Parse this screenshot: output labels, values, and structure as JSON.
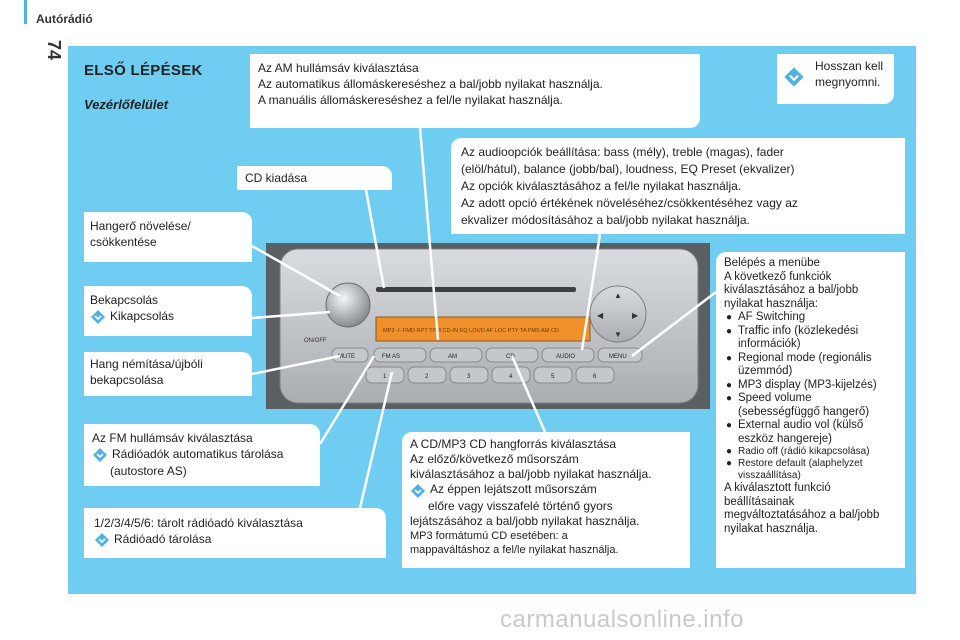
{
  "page": {
    "number": "74",
    "section": "Autórádió"
  },
  "title": "ELSŐ LÉPÉSEK",
  "subtitle": "Vezérlőfelület",
  "hint": {
    "text1": "Hosszan kell",
    "text2": "megnyomni."
  },
  "am_box": {
    "l1": "Az AM hullámsáv kiválasztása",
    "l2": "Az automatikus állomáskereséshez a bal/jobb nyilakat használja.",
    "l3": "A manuális állomáskereséshez a fel/le nyilakat használja."
  },
  "audio_box": {
    "l1": "Az audioopciók beállítása: bass (mély), treble (magas), fader",
    "l2": "(elöl/hátul), balance (jobb/bal), loudness, EQ Preset (ekvalizer)",
    "l3": "Az opciók kiválasztásához a fel/le nyilakat használja.",
    "l4": "Az adott opció értékének növeléséhez/csökkentéséhez vagy az",
    "l5": "ekvalizer módosításához a bal/jobb nyilakat használja."
  },
  "cd_eject": "CD kiadása",
  "volume": {
    "l1": "Hangerő növelése/",
    "l2": "csökkentése"
  },
  "power": {
    "on": "Bekapcsolás",
    "off": "Kikapcsolás"
  },
  "mute": {
    "l1": "Hang némítása/újbóli",
    "l2": "bekapcsolása"
  },
  "fm_box": {
    "l1": "Az FM hullámsáv kiválasztása",
    "l2": "Rádióadók automatikus tárolása",
    "l3": "(autostore AS)"
  },
  "presets": {
    "l1": "1/2/3/4/5/6: tárolt rádióadó kiválasztása",
    "l2": "Rádióadó tárolása"
  },
  "cd_box": {
    "l1": "A CD/MP3 CD hangforrás kiválasztása",
    "l2": "Az előző/következő műsorszám",
    "l3": "kiválasztásához a bal/jobb nyilakat használja.",
    "t1": "Az éppen lejátszott műsorszám",
    "t2": "előre vagy visszafelé történő gyors",
    "l4": "lejátszásához a bal/jobb nyilakat használja.",
    "l5": "MP3 formátumú CD esetében: a",
    "l6": "mappaváltáshoz a fel/le nyilakat használja."
  },
  "menu_box": {
    "l1": "Belépés a menübe",
    "l2": "A következő funkciók",
    "l3": "kiválasztásához a bal/jobb",
    "l4": "nyilakat használja:",
    "items": [
      [
        "AF Switching"
      ],
      [
        "Traffic info (közlekedési",
        "információk)"
      ],
      [
        "Regional mode (regionális",
        "üzemmód)"
      ],
      [
        "MP3 display (MP3-kijelzés)"
      ],
      [
        "Speed volume",
        "(sebességfüggő hangerő)"
      ],
      [
        "External audio vol (külső",
        "eszköz hangereje)"
      ]
    ],
    "small_items": [
      [
        "Radio off (rádió kikapcsolása)"
      ],
      [
        "Restore default (alaphelyzet",
        "visszaállítása)"
      ]
    ],
    "f1": "A kiválasztott funkció",
    "f2": "beállításainak",
    "f3": "megváltoztatásához a bal/jobb",
    "f4": "nyilakat használja."
  },
  "radio": {
    "on_off": "ON/OFF",
    "mute": "MUTE",
    "fm": "FM AS",
    "am": "AM",
    "cd": "CD",
    "audio": "AUDIO",
    "menu": "MENU",
    "display": "MP3 -/- FMD RPT TPM CD-IN EQ LOUD AF LOC PTY TA FMS AM CD",
    "presets": [
      "1",
      "2",
      "3",
      "4",
      "5",
      "6"
    ]
  },
  "watermark": "carmanualsonline.info",
  "colors": {
    "panel": "#6fcdf2",
    "accent": "#4fb3e2",
    "display": "#f0902a"
  },
  "icons": {
    "tip": "diamond-arrow-icon"
  }
}
